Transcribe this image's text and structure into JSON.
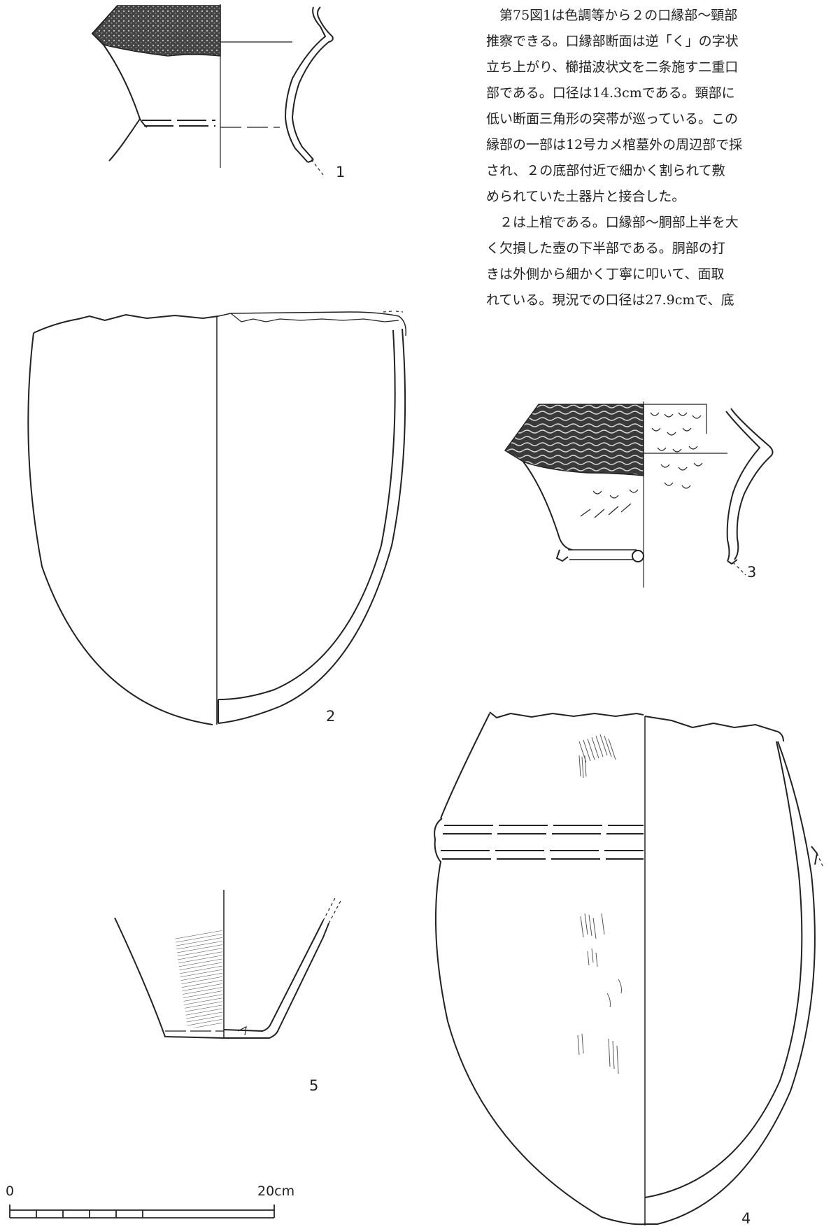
{
  "body_text": {
    "lines": [
      "　第75図1は色調等から２の口縁部～頸部",
      "推察できる。口縁部断面は逆「く」の字状",
      "立ち上がり、櫛描波状文を二条施す二重口",
      "部である。口径は14.3cmである。頸部に",
      "低い断面三角形の突帯が巡っている。この",
      "縁部の一部は12号カメ棺墓外の周辺部で採",
      "され、２の底部付近で細かく割られて敷",
      "められていた土器片と接合した。",
      "　２は上棺である。口縁部～胴部上半を大",
      "く欠損した壺の下半部である。胴部の打",
      "きは外側から細かく丁寧に叩いて、面取",
      "れている。現況での口径は27.9cmで、底"
    ]
  },
  "figures": [
    {
      "id": "fig-1",
      "label": "1"
    },
    {
      "id": "fig-2",
      "label": "2"
    },
    {
      "id": "fig-3",
      "label": "3"
    },
    {
      "id": "fig-4",
      "label": "4"
    },
    {
      "id": "fig-5",
      "label": "5"
    }
  ],
  "scale_bar": {
    "start_label": "0",
    "end_label": "20cm"
  },
  "colors": {
    "ink": "#222222",
    "paper": "#ffffff",
    "hatch": "#555555"
  }
}
